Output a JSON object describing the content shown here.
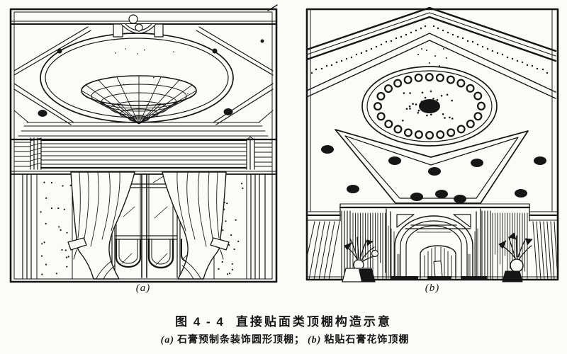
{
  "page": {
    "paper_color": "#fbfbf8",
    "ink_color": "#161616"
  },
  "figure": {
    "number": "图 4 - 4",
    "title": "直接贴面类顶棚构造示意",
    "separator": "；",
    "panels": [
      {
        "label": "(a)",
        "caption": "石膏预制条装饰圆形顶棚",
        "drawing": "latticed-dome-oval-ceiling-drawing"
      },
      {
        "label": "(b)",
        "caption": "粘贴石膏花饰顶棚",
        "drawing": "scalloped-medallion-gable-ceiling-drawing"
      }
    ]
  }
}
